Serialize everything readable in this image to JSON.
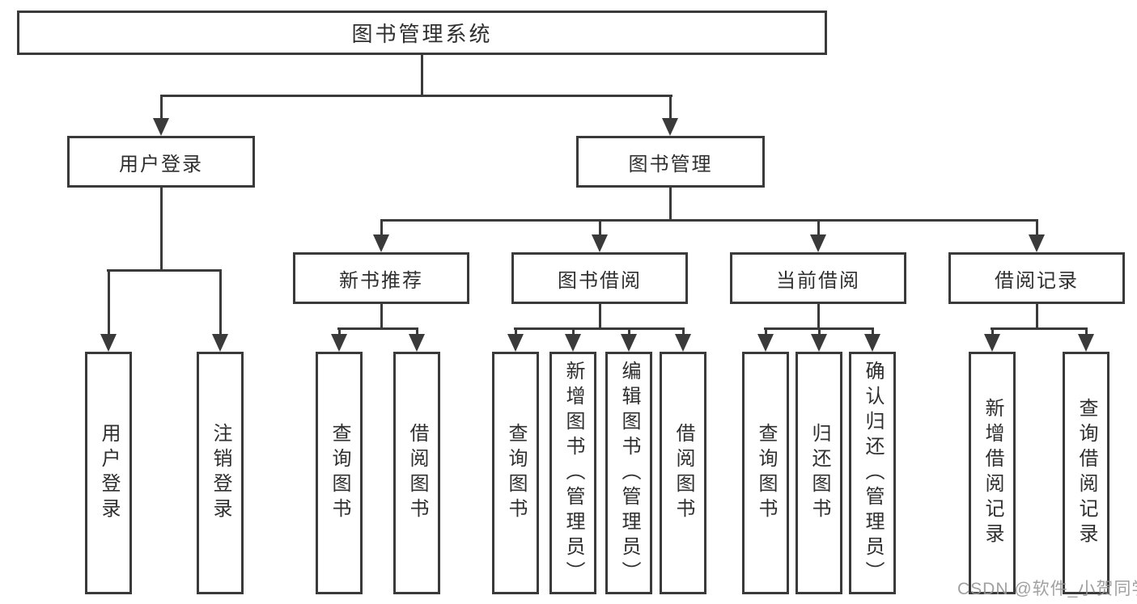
{
  "diagram": {
    "title": "图书管理系统",
    "root": "图书管理系统",
    "level2": {
      "user_login": "用户登录",
      "book_management": "图书管理"
    },
    "level3": {
      "new_book": "新书推荐",
      "book_borrow": "图书借阅",
      "current_borrow": "当前借阅",
      "borrow_records": "借阅记录"
    },
    "leaves": {
      "user": [
        "用户登录",
        "注销登录"
      ],
      "new_book": [
        "查询图书",
        "借阅图书"
      ],
      "book_borrow": [
        "查询图书",
        "新增图书（管理员）",
        "编辑图书（管理员）",
        "借阅图书"
      ],
      "current_borrow": [
        "查询图书",
        "归还图书",
        "确认归还（管理员）"
      ],
      "borrow_records": [
        "新增借阅记录",
        "查询借阅记录"
      ]
    }
  },
  "watermark": "CSDN @软件_小贺同学",
  "colors": {
    "line": "#3a3a3a",
    "text": "#2f2f2f",
    "background": "#ffffff",
    "watermark": "#969696"
  }
}
